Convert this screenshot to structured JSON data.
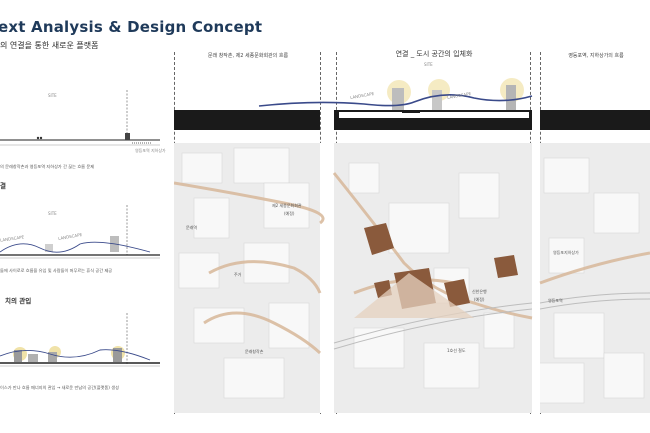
{
  "header": {
    "title": "ext Analysis & Design Concept",
    "subtitle": "의 연결을 통한 새로운 플랫폼"
  },
  "left_panel": {
    "steps": [
      {
        "heading": "",
        "site_label": "SITE",
        "side_note": "영등포역 지하상가",
        "caption": "의 문래창작촌과 영등포역 지하상가 간 끊는 흐름 문제"
      },
      {
        "heading": "결",
        "site_label": "SITE",
        "landscape_left": "LANDSCAPE",
        "landscape_right": "LANDSCAPE",
        "caption": "들에 사이로로 흐름을 유입 및 사람들이 머무르는 휴식 공간 제공"
      },
      {
        "heading": "치의 관입",
        "caption": "이스가 만나 흐름 매너지의 관입 → 새로운 만남의 공간(플랫폼) 생성"
      }
    ]
  },
  "columns": {
    "left_header": "문래 창작촌, 제2 세종문화회관의 흐름",
    "center_header": "연결 _ 도시 공간의 입체화",
    "right_header": "영등포역, 지하상가의 흐름",
    "section_site": "SITE",
    "section_landscape_left": "LANDSCAPE",
    "section_landscape_right": "LANDSCAPE"
  },
  "map_labels": {
    "left": [
      "제2 세종문화회관",
      "(예정)",
      "문래역",
      "주거",
      "문래창작촌"
    ],
    "center": [
      "신한은행",
      "(예정)",
      "1호선 철도"
    ],
    "right": [
      "영등포지하상가",
      "영등포역"
    ]
  },
  "colors": {
    "title": "#1f3a5a",
    "flow_line": "#3a4a8a",
    "route_tan": "#d8b89a",
    "building_brown": "#8a5a3c",
    "roof_black": "#1a1a1a"
  }
}
